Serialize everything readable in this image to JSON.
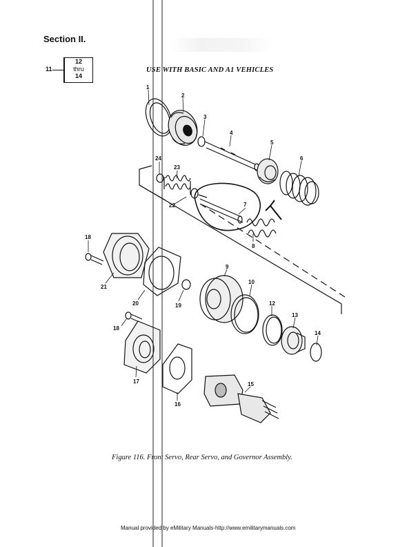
{
  "header": {
    "section": "Section II.",
    "ref_index": "11",
    "ref_box": [
      "12",
      "thru",
      "14"
    ]
  },
  "subtitle": "USE WITH BASIC AND A1 VEHICLES",
  "figure": {
    "callouts": [
      "1",
      "2",
      "3",
      "4",
      "5",
      "6",
      "7",
      "8",
      "9",
      "10",
      "12",
      "13",
      "14",
      "15",
      "16",
      "17",
      "18",
      "18",
      "19",
      "20",
      "21",
      "22",
      "23",
      "24"
    ],
    "caption": "Figure 116.  Front Servo, Rear Servo, and Governor Assembly."
  },
  "footer": "Manual provided by eMilitary Manuals-http://www.emilitarymanuals.com"
}
